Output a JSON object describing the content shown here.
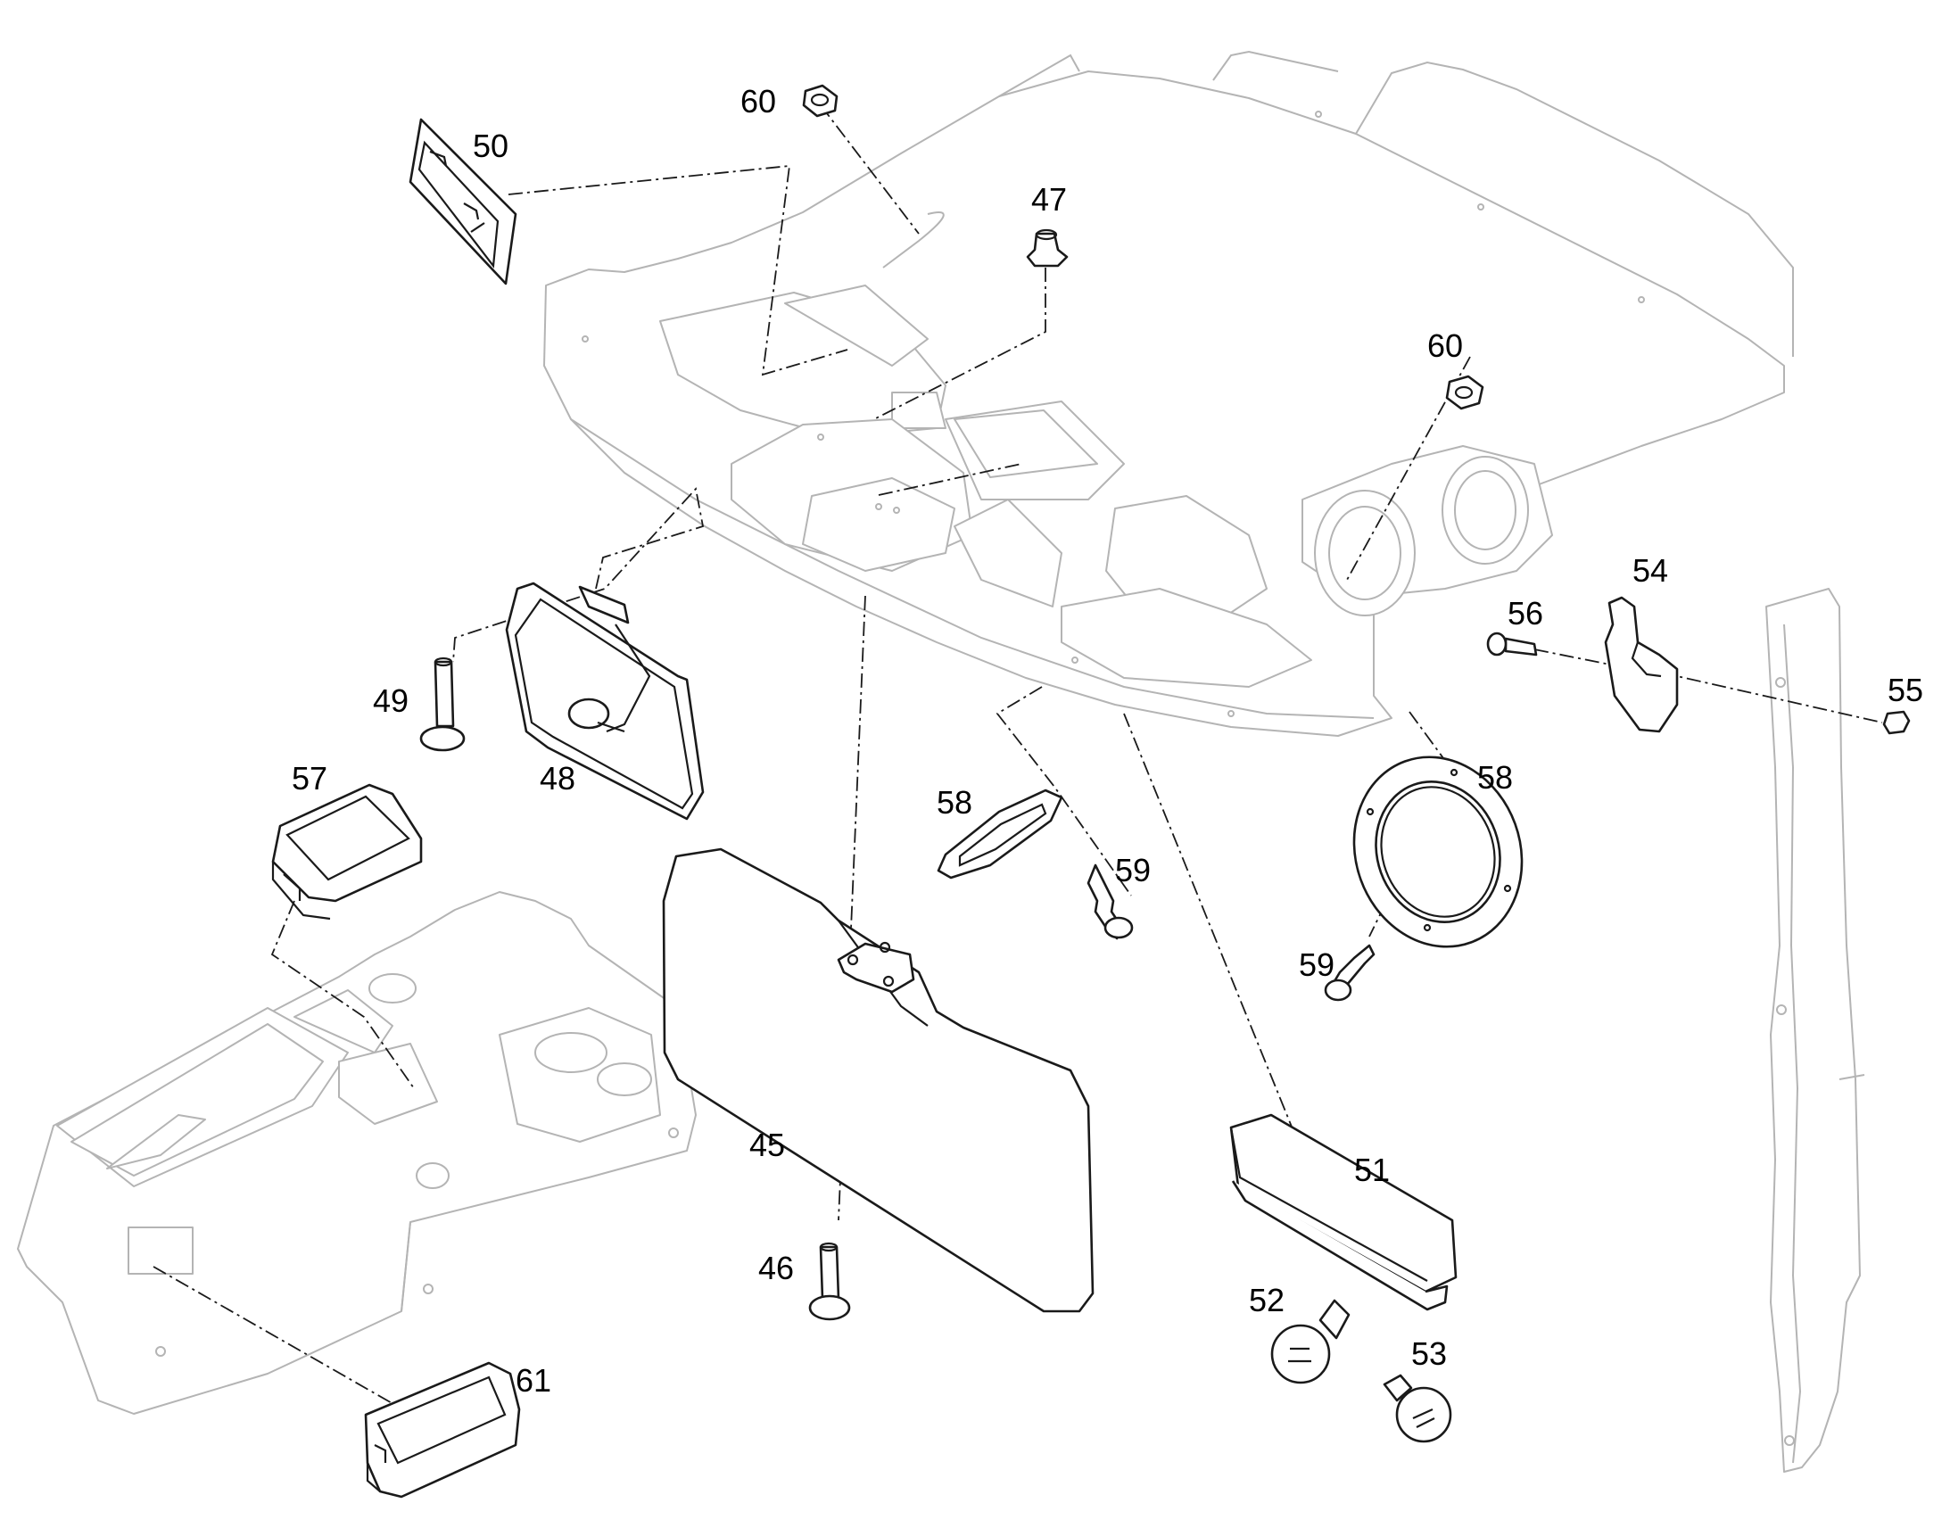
{
  "callouts": {
    "c45": "45",
    "c46": "46",
    "c47": "47",
    "c48": "48",
    "c49": "49",
    "c50": "50",
    "c51": "51",
    "c52": "52",
    "c53": "53",
    "c54": "54",
    "c55": "55",
    "c56": "56",
    "c57": "57",
    "c58a": "58",
    "c58b": "58",
    "c59a": "59",
    "c59b": "59",
    "c60a": "60",
    "c60b": "60",
    "c61": "61"
  }
}
